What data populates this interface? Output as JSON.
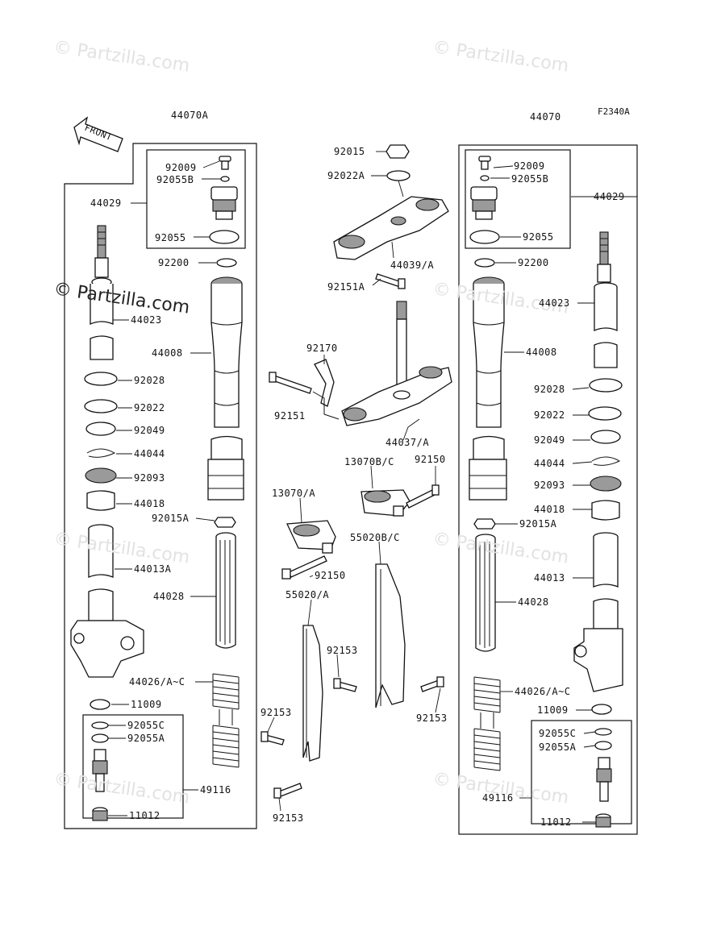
{
  "figure_code": "F2340A",
  "watermark": "© Partzilla.com",
  "front_label": "FRONT",
  "labels": {
    "l44070A": "44070A",
    "l44070": "44070",
    "l92009_l": "92009",
    "l92055B_l": "92055B",
    "l44029_l": "44029",
    "l92055_l": "92055",
    "l92200_l": "92200",
    "l44023_l": "44023",
    "l44008_l": "44008",
    "l92028_l": "92028",
    "l92022_l": "92022",
    "l92049_l": "92049",
    "l44044_l": "44044",
    "l92093_l": "92093",
    "l44018_l": "44018",
    "l92015A_l": "92015A",
    "l44013A": "44013A",
    "l44028_l": "44028",
    "l44026_l": "44026/A~C",
    "l11009_l": "11009",
    "l92055C_l": "92055C",
    "l92055A_l": "92055A",
    "l49116_l": "49116",
    "l11012_l": "11012",
    "l92015": "92015",
    "l92022A": "92022A",
    "l44039": "44039/A",
    "l92151A": "92151A",
    "l92170": "92170",
    "l92151": "92151",
    "l44037": "44037/A",
    "l13070BC": "13070B/C",
    "l92150_a": "92150",
    "l13070A": "13070/A",
    "l92150_b": "92150",
    "l55020BC": "55020B/C",
    "l55020A": "55020/A",
    "l92153_a": "92153",
    "l92153_b": "92153",
    "l92153_c": "92153",
    "l92153_d": "92153",
    "l92009_r": "92009",
    "l92055B_r": "92055B",
    "l44029_r": "44029",
    "l92055_r": "92055",
    "l92200_r": "92200",
    "l44023_r": "44023",
    "l44008_r": "44008",
    "l92028_r": "92028",
    "l92022_r": "92022",
    "l92049_r": "92049",
    "l44044_r": "44044",
    "l92093_r": "92093",
    "l44018_r": "44018",
    "l92015A_r": "92015A",
    "l44013": "44013",
    "l44028_r": "44028",
    "l44026_r": "44026/A~C",
    "l11009_r": "11009",
    "l92055C_r": "92055C",
    "l92055A_r": "92055A",
    "l49116_r": "49116",
    "l11012_r": "11012"
  }
}
